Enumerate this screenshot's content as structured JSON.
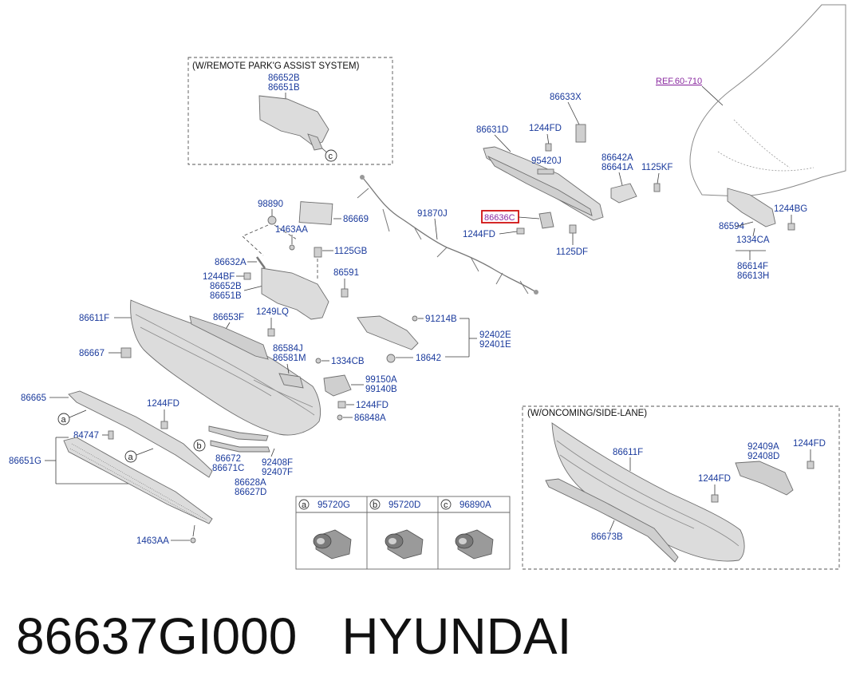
{
  "footer": {
    "part_number": "86637GI000",
    "brand": "HYUNDAI"
  },
  "boxes": {
    "remote_park": "(W/REMOTE PARK'G ASSIST SYSTEM)",
    "oncoming": "(W/ONCOMING/SIDE-LANE)"
  },
  "reference": "REF.60-710",
  "highlighted_part": "86636C",
  "legend": [
    {
      "letter": "a",
      "part": "95720G"
    },
    {
      "letter": "b",
      "part": "95720D"
    },
    {
      "letter": "c",
      "part": "96890A"
    }
  ],
  "labels": {
    "l86652B_top": "86652B",
    "l86651B_top": "86651B",
    "l86633X": "86633X",
    "l1244FD_a": "1244FD",
    "l86631D": "86631D",
    "l95420J": "95420J",
    "l86642A": "86642A",
    "l86641A": "86641A",
    "l1125KF": "1125KF",
    "l91870J": "91870J",
    "l1244FD_b": "1244FD",
    "l1125DF": "1125DF",
    "l98890": "98890",
    "l86669": "86669",
    "l1463AA_a": "1463AA",
    "l1125GB": "1125GB",
    "l86632A": "86632A",
    "l1244BF": "1244BF",
    "l86652B_mid": "86652B",
    "l86651B_mid": "86651B",
    "l86591": "86591",
    "l86611F_a": "86611F",
    "l86653F": "86653F",
    "l1249LQ": "1249LQ",
    "l91214B": "91214B",
    "l92402E": "92402E",
    "l92401E": "92401E",
    "l18642": "18642",
    "l86667": "86667",
    "l86584J": "86584J",
    "l86581M": "86581M",
    "l1334CB": "1334CB",
    "l99150A": "99150A",
    "l99140B": "99140B",
    "l86665": "86665",
    "l1244FD_c": "1244FD",
    "l1244FD_d": "1244FD",
    "l86848A": "86848A",
    "l84747": "84747",
    "l86651G": "86651G",
    "l86672": "86672",
    "l86671C": "86671C",
    "l92408F": "92408F",
    "l92407F": "92407F",
    "l86628A": "86628A",
    "l86627D": "86627D",
    "l1463AA_b": "1463AA",
    "l1244BG": "1244BG",
    "l86594": "86594",
    "l1334CA": "1334CA",
    "l86614F": "86614F",
    "l86613H": "86613H",
    "l86611F_b": "86611F",
    "l92409A": "92409A",
    "l92408D": "92408D",
    "l1244FD_e": "1244FD",
    "l1244FD_f": "1244FD",
    "l86673B": "86673B"
  }
}
